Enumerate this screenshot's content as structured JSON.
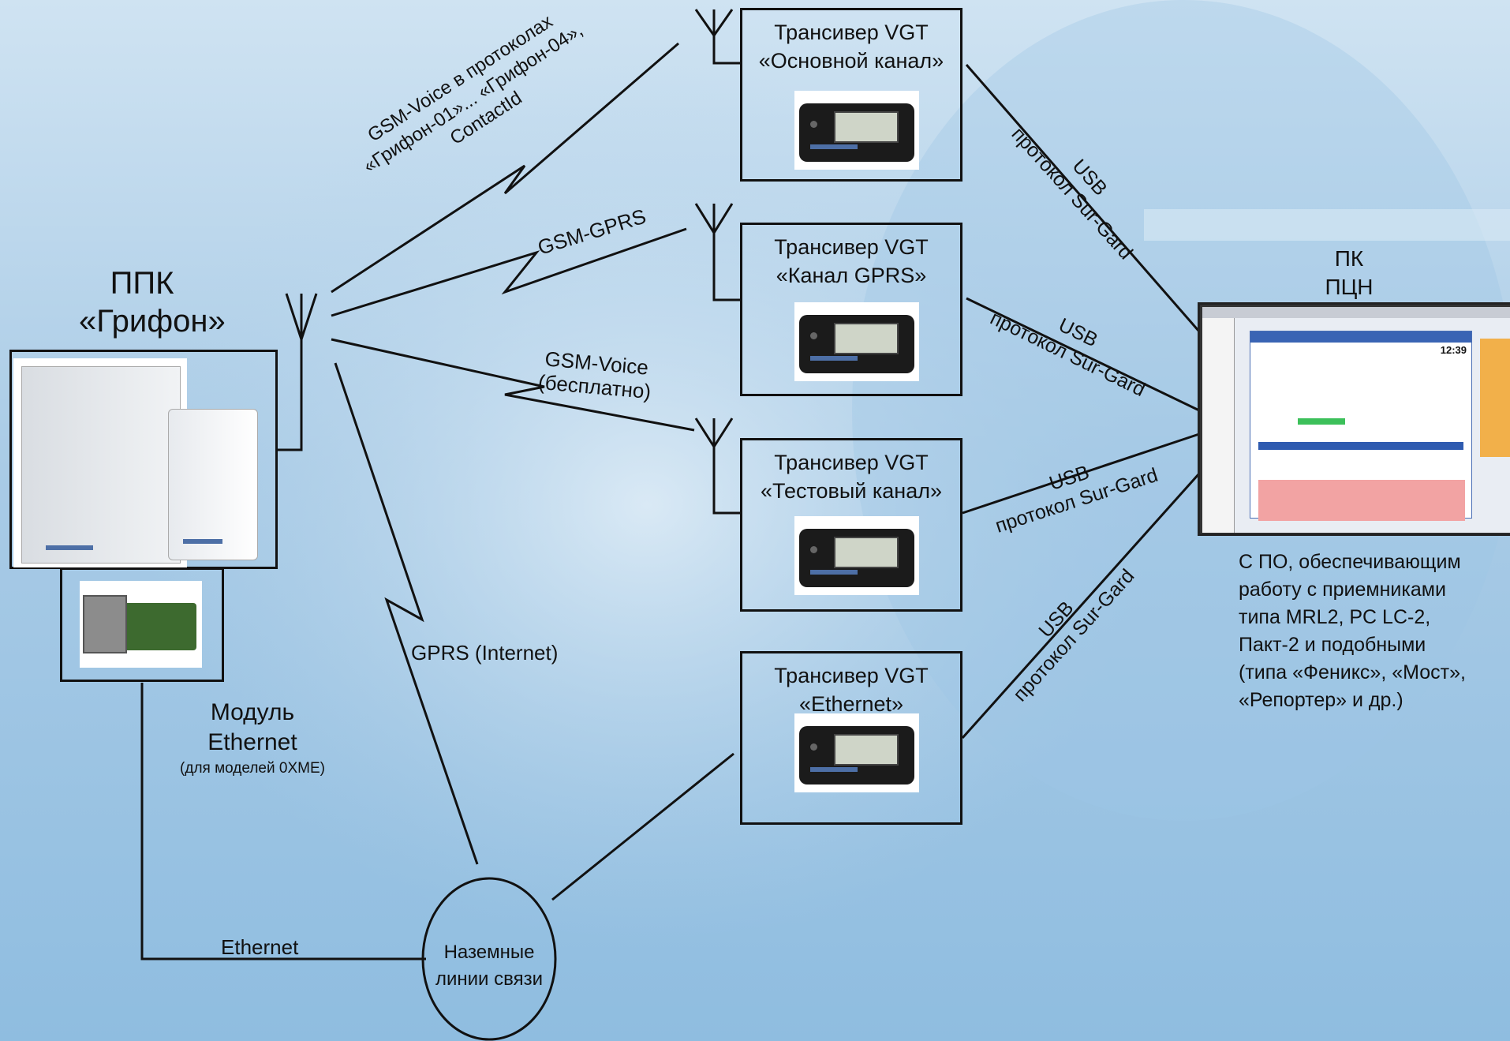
{
  "panel": {
    "title_line1": "ППК",
    "title_line2": "«Грифон»"
  },
  "module": {
    "line1": "Модуль",
    "line2": "Ethernet",
    "note": "(для моделей 0XME)"
  },
  "links": {
    "gsm_voice_line1": "GSM-Voice в протоколах",
    "gsm_voice_line2": "«Грифон-01»... «Грифон-04»,",
    "gsm_voice_line3": "ContactId",
    "gsm_gprs": "GSM-GPRS",
    "gsm_voice_free_line1": "GSM-Voice",
    "gsm_voice_free_line2": "(бесплатно)",
    "gprs_internet": "GPRS (Internet)",
    "ethernet": "Ethernet"
  },
  "landlines": {
    "line1": "Наземные",
    "line2": "линии связи"
  },
  "transceivers": [
    {
      "line1": "Трансивер VGT",
      "line2": "«Основной канал»"
    },
    {
      "line1": "Трансивер VGT",
      "line2": "«Канал GPRS»"
    },
    {
      "line1": "Трансивер VGT",
      "line2": "«Тестовый канал»"
    },
    {
      "line1": "Трансивер VGT",
      "line2": "«Ethernet»"
    }
  ],
  "usb": {
    "usb": "USB",
    "protocol": "протокол Sur-Gard"
  },
  "pc": {
    "line1": "ПК",
    "line2": "ПЦН",
    "caption": [
      "С ПО, обеспечивающим",
      "работу с приемниками",
      "типа MRL2, PC LC-2,",
      "Пакт-2 и подобными",
      "(типа «Феникс», «Мост»,",
      "«Репортер» и др.)"
    ],
    "screen_time": "12:39"
  },
  "colors": {
    "line": "#111111",
    "background_light": "#cfe3f2",
    "background_dark": "#8fbde0",
    "alert_rows": "#f2a3a3",
    "screen_bar": "#3a64b4"
  }
}
